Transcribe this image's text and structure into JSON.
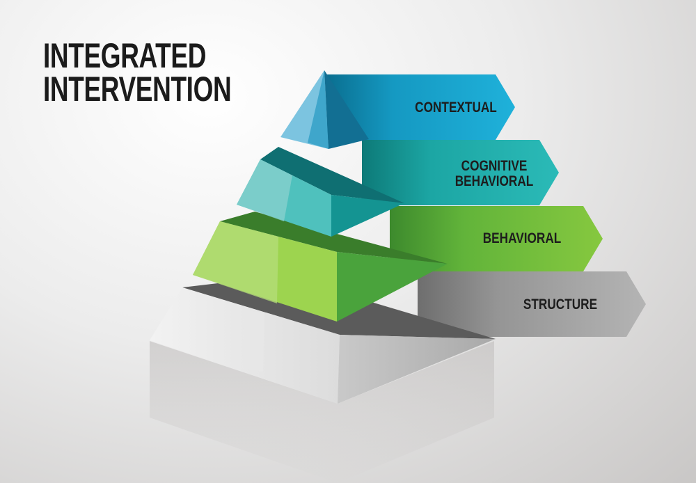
{
  "title": {
    "line1": "INTEGRATED",
    "line2": "INTERVENTION"
  },
  "tiers": [
    {
      "label": "CONTEXTUAL",
      "color": "#1aa7cf"
    },
    {
      "label": "COGNITIVE\nBEHAVIORAL",
      "color": "#22b3b0"
    },
    {
      "label": "BEHAVIORAL",
      "color": "#7cc242"
    },
    {
      "label": "STRUCTURE",
      "color": "#a6a6a6"
    }
  ]
}
